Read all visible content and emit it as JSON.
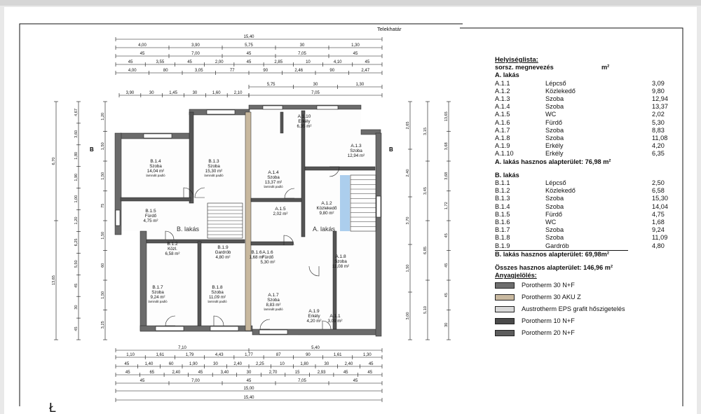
{
  "property_line": "Telekhatár",
  "dims": {
    "top": {
      "r1": [
        "15,40"
      ],
      "r2": [
        "4,00",
        "3,90",
        "5,75",
        "30",
        "1,30"
      ],
      "r3": [
        "45",
        "7,00",
        "45",
        "7,05",
        "45"
      ],
      "r4": [
        "45",
        "3,55",
        "45",
        "2,00",
        "45",
        "2,85",
        "10",
        "4,10",
        "45"
      ],
      "r5": [
        "4,00",
        "80",
        "3,05",
        "77",
        "90",
        "2,46",
        "90",
        "2,47"
      ],
      "r6": [
        "5,75",
        "30",
        "1,30"
      ],
      "r7": [
        "7,05"
      ],
      "r8": [
        "3,90",
        "30",
        "1,45",
        "30",
        "1,60",
        "2,10"
      ]
    },
    "bottom": {
      "r1": [
        "7,10",
        "5,40"
      ],
      "r2": [
        "1,10",
        "1,61",
        "1,79",
        "4,43",
        "1,77",
        "87",
        "90",
        "1,61",
        "1,30"
      ],
      "r3": [
        "45",
        "1,40",
        "60",
        "1,90",
        "30",
        "2,40",
        "2,25",
        "10",
        "1,80",
        "30",
        "2,40",
        "45"
      ],
      "r4": [
        "45",
        "65",
        "2,40",
        "45",
        "3,40",
        "30",
        "2,70",
        "15",
        "2,93",
        "45",
        "45"
      ],
      "r5": [
        "45",
        "7,00",
        "45",
        "7,05",
        "45"
      ],
      "r6": [
        "15,00"
      ],
      "r7": [
        "15,40"
      ]
    },
    "left": [
      "1,20",
      "1,50",
      "1,50",
      "75",
      "1,50",
      "60",
      "1,50",
      "3,25",
      "6,70",
      "13,65",
      "4,67",
      "3,60",
      "1,80",
      "1,90",
      "1,00",
      "1,20",
      "6,25",
      "5,50",
      "45",
      "30",
      "45"
    ],
    "right": [
      "2,65",
      "2,40",
      "3,70",
      "1,50",
      "3,00",
      "3,15",
      "3,45",
      "6,85",
      "5,10",
      "13,65",
      "3,68",
      "3,68",
      "1,72",
      "45",
      "45",
      "45",
      "30"
    ]
  },
  "rooms": [
    {
      "code": "B.1.4",
      "name": "Szoba",
      "area": "14,04 m²",
      "note": "laminált padló"
    },
    {
      "code": "B.1.3",
      "name": "Szoba",
      "area": "15,30 m²",
      "note": "laminált padló"
    },
    {
      "code": "A.1.4",
      "name": "Szoba",
      "area": "13,37 m²",
      "note": "laminált padló"
    },
    {
      "code": "A.1.10",
      "name": "Erkély",
      "area": "6,35 m²"
    },
    {
      "code": "A.1.3",
      "name": "Szoba",
      "area": "12,94 m²"
    },
    {
      "code": "B.1.5",
      "name": "Fürdő",
      "area": "4,75 m²"
    },
    {
      "code": "B.1.2",
      "name": "Közl.",
      "area": "6,58 m²"
    },
    {
      "code": "B.1.9",
      "name": "Gardrób",
      "area": "4,80 m²"
    },
    {
      "code": "A.1.6",
      "name": "Fürdő",
      "area": "5,30 m²"
    },
    {
      "code": "A.1.2",
      "name": "Közlekedő",
      "area": "9,80 m²"
    },
    {
      "code": "A.1.8",
      "name": "Szoba",
      "area": "11,08 m²"
    },
    {
      "code": "B.1.7",
      "name": "Szoba",
      "area": "9,24 m²",
      "note": "laminált padló"
    },
    {
      "code": "B.1.8",
      "name": "Szoba",
      "area": "11,09 m²",
      "note": "laminált padló"
    },
    {
      "code": "A.1.7",
      "name": "Szoba",
      "area": "8,83 m²",
      "note": "laminált padló"
    },
    {
      "code": "A.1.9",
      "name": "Erkély",
      "area": "4,20 m²"
    },
    {
      "code": "A.1.1",
      "name": "",
      "area": "3,09 m²"
    },
    {
      "code": "A.1.5",
      "name": "",
      "area": "2,02 m²"
    },
    {
      "code": "B.1.6",
      "name": "",
      "area": "1,68 m²"
    }
  ],
  "unit_labels": {
    "a": "A. lakás",
    "b": "B. lakás"
  },
  "section_mark": "B",
  "corner_mark": "Ł",
  "legend": {
    "title": "Helyiséglista:",
    "col_head_left": "sorsz. megnevezés",
    "col_head_right": "m²",
    "unit_a": {
      "title": "A. lakás",
      "rows": [
        {
          "code": "A.1.1",
          "name": "Lépcső",
          "area": "3,09"
        },
        {
          "code": "A.1.2",
          "name": "Közlekedő",
          "area": "9,80"
        },
        {
          "code": "A.1.3",
          "name": "Szoba",
          "area": "12,94"
        },
        {
          "code": "A.1.4",
          "name": "Szoba",
          "area": "13,37"
        },
        {
          "code": "A.1.5",
          "name": "WC",
          "area": "2,02"
        },
        {
          "code": "A.1.6",
          "name": "Fürdő",
          "area": "5,30"
        },
        {
          "code": "A.1.7",
          "name": "Szoba",
          "area": "8,83"
        },
        {
          "code": "A.1.8",
          "name": "Szoba",
          "area": "11,08"
        },
        {
          "code": "A.1.9",
          "name": "Erkély",
          "area": "4,20"
        },
        {
          "code": "A.1.10",
          "name": "Erkély",
          "area": "6,35"
        }
      ],
      "total": "A. lakás hasznos alapterület: 76,98 m²"
    },
    "unit_b": {
      "title": "B. lakás",
      "rows": [
        {
          "code": "B.1.1",
          "name": "Lépcső",
          "area": "2,50"
        },
        {
          "code": "B.1.2",
          "name": "Közlekedő",
          "area": "6,58"
        },
        {
          "code": "B.1.3",
          "name": "Szoba",
          "area": "15,30"
        },
        {
          "code": "B.1.4",
          "name": "Szoba",
          "area": "14,04"
        },
        {
          "code": "B.1.5",
          "name": "Fürdő",
          "area": "4,75"
        },
        {
          "code": "B.1.6",
          "name": "WC",
          "area": "1,68"
        },
        {
          "code": "B.1.7",
          "name": "Szoba",
          "area": "9,24"
        },
        {
          "code": "B.1.8",
          "name": "Szoba",
          "area": "11,09"
        },
        {
          "code": "B.1.9",
          "name": "Gardrób",
          "area": "4,80"
        }
      ],
      "total": "B. lakás hasznos alapterület: 69,98m²"
    },
    "grand_total": "Összes hasznos alapterület: 146,96 m²",
    "materials_title": "Anyagjelölés:",
    "materials": [
      {
        "label": "Porotherm 30 N+F",
        "color": "#6e6e6e"
      },
      {
        "label": "Porotherm 30 AKU Z",
        "color": "#c9b9a0"
      },
      {
        "label": "Austrotherm EPS grafit hőszigetelés",
        "color": "#d8d8d8"
      },
      {
        "label": "Porotherm 10 N+F",
        "color": "#4a4a4a"
      },
      {
        "label": "Porotherm 20 N+F",
        "color": "#5c5c5c"
      }
    ]
  },
  "colors": {
    "wall": "#6b6b6b",
    "aku": "#c8b89e",
    "stair_hl": "#6aa8e0",
    "line": "#111111"
  }
}
